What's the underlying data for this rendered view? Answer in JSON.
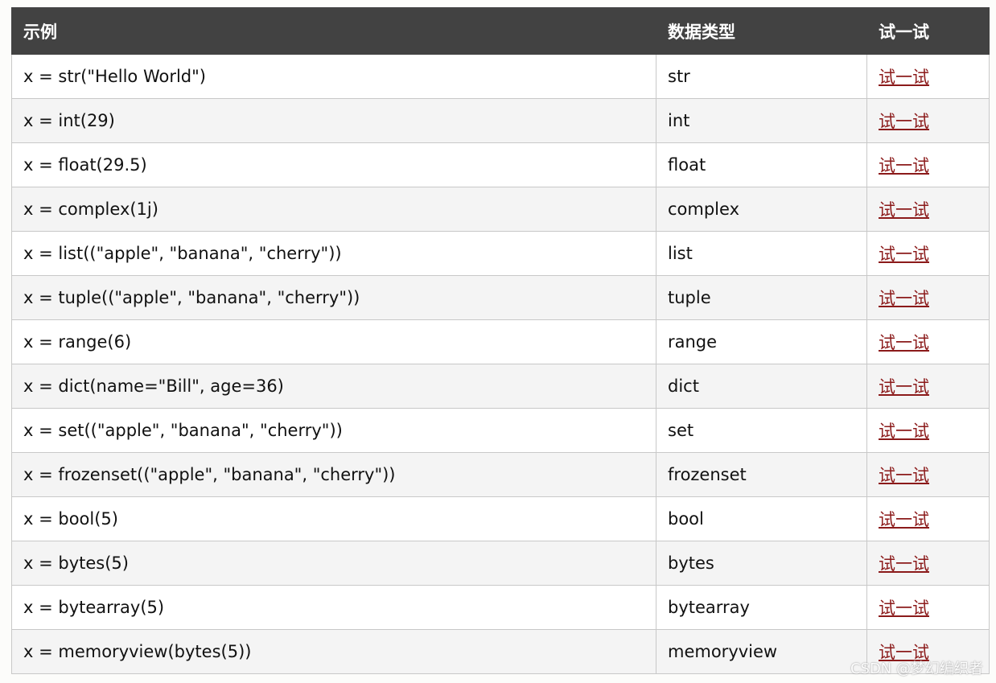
{
  "table": {
    "headers": {
      "example": "示例",
      "type": "数据类型",
      "try": "试一试"
    },
    "rows": [
      {
        "example": "x = str(\"Hello World\")",
        "type": "str",
        "try": "试一试"
      },
      {
        "example": "x = int(29)",
        "type": "int",
        "try": "试一试"
      },
      {
        "example": "x = float(29.5)",
        "type": "float",
        "try": "试一试"
      },
      {
        "example": "x = complex(1j)",
        "type": "complex",
        "try": "试一试"
      },
      {
        "example": "x = list((\"apple\", \"banana\", \"cherry\"))",
        "type": "list",
        "try": "试一试"
      },
      {
        "example": "x = tuple((\"apple\", \"banana\", \"cherry\"))",
        "type": "tuple",
        "try": "试一试"
      },
      {
        "example": "x = range(6)",
        "type": "range",
        "try": "试一试"
      },
      {
        "example": "x = dict(name=\"Bill\", age=36)",
        "type": "dict",
        "try": "试一试"
      },
      {
        "example": "x = set((\"apple\", \"banana\", \"cherry\"))",
        "type": "set",
        "try": "试一试"
      },
      {
        "example": "x = frozenset((\"apple\", \"banana\", \"cherry\"))",
        "type": "frozenset",
        "try": "试一试"
      },
      {
        "example": "x = bool(5)",
        "type": "bool",
        "try": "试一试"
      },
      {
        "example": "x = bytes(5)",
        "type": "bytes",
        "try": "试一试"
      },
      {
        "example": "x = bytearray(5)",
        "type": "bytearray",
        "try": "试一试"
      },
      {
        "example": "x = memoryview(bytes(5))",
        "type": "memoryview",
        "try": "试一试"
      }
    ]
  },
  "watermark": "CSDN @梦幻编织者",
  "colors": {
    "header_bg": "#424242",
    "link": "#8b1a1a",
    "row_alt": "#f4f4f4"
  }
}
